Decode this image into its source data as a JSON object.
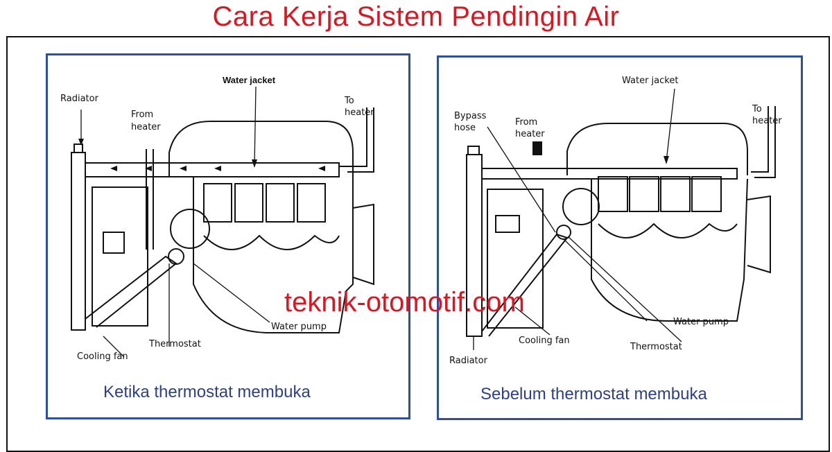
{
  "title": "Cara Kerja Sistem Pendingin Air",
  "watermark": "teknik-otomotif.com",
  "colors": {
    "title": "#e0141e",
    "panel_border": "#2b4fa6",
    "caption": "#2b3f8f",
    "line": "#111111"
  },
  "left_panel": {
    "caption": "Ketika thermostat membuka",
    "labels": {
      "water_jacket": "Water jacket",
      "radiator": "Radiator",
      "from_heater_1": "From",
      "from_heater_2": "heater",
      "to_heater_1": "To",
      "to_heater_2": "heater",
      "water_pump": "Water pump",
      "thermostat": "Thermostat",
      "cooling_fan": "Cooling fan"
    }
  },
  "right_panel": {
    "caption": "Sebelum thermostat membuka",
    "labels": {
      "water_jacket": "Water jacket",
      "bypass_hose_1": "Bypass",
      "bypass_hose_2": "hose",
      "from_heater_1": "From",
      "from_heater_2": "heater",
      "to_heater_1": "To",
      "to_heater_2": "heater",
      "water_pump": "Water pump",
      "cooling_fan": "Cooling fan",
      "thermostat": "Thermostat",
      "radiator": "Radiator"
    }
  }
}
